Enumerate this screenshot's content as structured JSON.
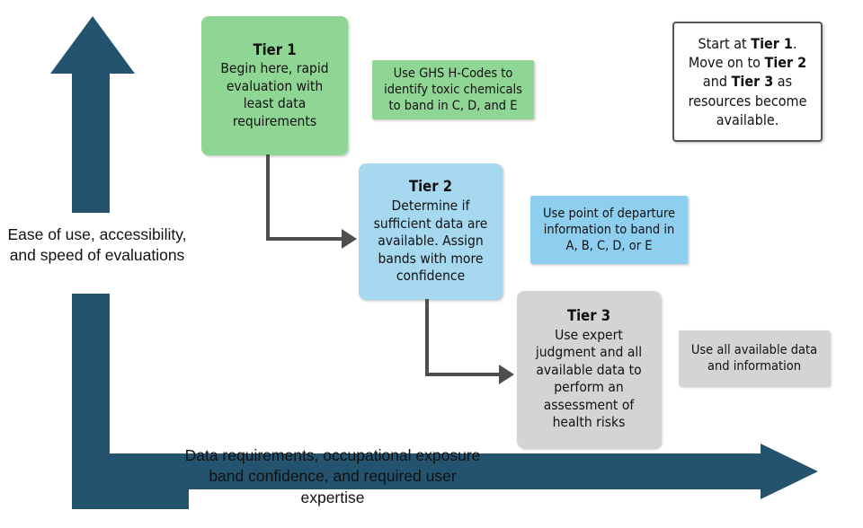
{
  "axis": {
    "vertical_caption": "Ease of use, accessibility, and speed of evaluations",
    "horizontal_caption": "Data requirements, occupational exposure band confidence, and required user expertise",
    "arrow_color": "#23536f"
  },
  "tiers": [
    {
      "id": "tier1",
      "title": "Tier 1",
      "body": "Begin here, rapid evaluation with least data requirements",
      "color": "#8FD694",
      "note": "Use GHS H-Codes to identify toxic chemicals to band in C, D, and E",
      "note_color": "#8FD694"
    },
    {
      "id": "tier2",
      "title": "Tier 2",
      "body": "Determine if sufficient data are available. Assign bands with more confidence",
      "color": "#A6D8F0",
      "note": "Use point of departure information to band in A, B, C, D, or E",
      "note_color": "#8ECFF0"
    },
    {
      "id": "tier3",
      "title": "Tier 3",
      "body": "Use expert judgment and all available data to perform an assessment of health risks",
      "color": "#D4D4D4",
      "note": "Use all available data and information",
      "note_color": "#D4D4D4"
    }
  ],
  "callout": {
    "line1_prefix": "Start at ",
    "line1_bold": "Tier 1",
    "line1_suffix": ".",
    "line2_prefix": "Move on to ",
    "line2_bold": "Tier 2",
    "line3_prefix": "and ",
    "line3_bold": "Tier 3",
    "line3_suffix": " as",
    "line4": "resources become",
    "line5": "available.",
    "border_color": "#555555"
  },
  "connectors": [
    {
      "from": "tier1",
      "to": "tier2",
      "color": "#4e4e4e"
    },
    {
      "from": "tier2",
      "to": "tier3",
      "color": "#4e4e4e"
    }
  ]
}
